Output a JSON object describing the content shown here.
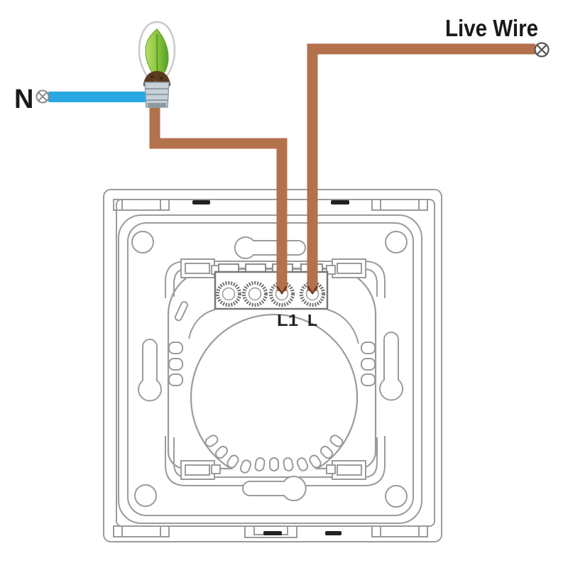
{
  "labels": {
    "neutral": "N",
    "live_wire": "Live Wire",
    "terminal_l1": "L1",
    "terminal_l": "L"
  },
  "icons": {
    "neutral_terminal": "circled-x-connection",
    "live_terminal": "circled-x-connection",
    "eco_bulb": "leaf-light-bulb"
  },
  "colors": {
    "neutral_wire": "#29a7e0",
    "live_wire": "#b3714c",
    "wire_tip": "#6b3a1f",
    "outline_gray": "#9b9b9b",
    "label_text": "#1a1a1a",
    "leaf_green": "#79bb3a",
    "soil_brown": "#5b3a1e",
    "bulb_base": "#c7d1d8"
  }
}
